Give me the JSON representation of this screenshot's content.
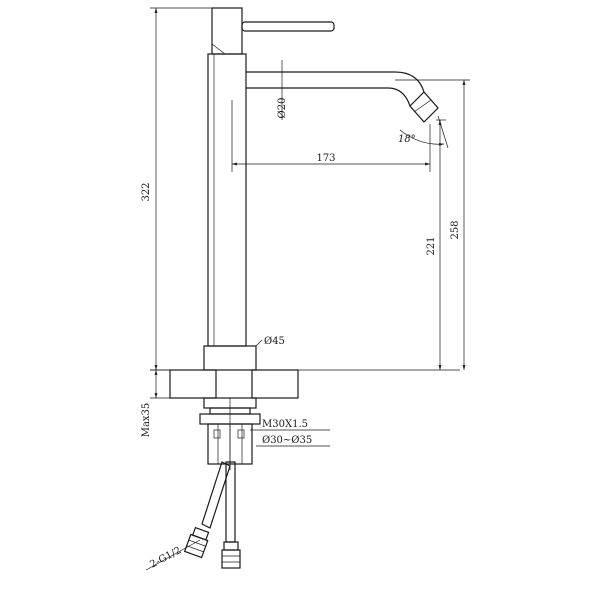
{
  "dimensions": {
    "total_height": "322",
    "aerator_diameter": "Ø20",
    "spout_reach": "173",
    "spout_angle": "18°",
    "outlet_height": "221",
    "spout_height": "258",
    "body_diameter": "Ø45",
    "max_deck_thickness": "Max35",
    "thread": "M30X1.5",
    "mounting_hole": "Ø30~Ø35",
    "hose_connection": "2-G1/2"
  },
  "colors": {
    "line": "#1a1a1a",
    "background": "#ffffff"
  }
}
